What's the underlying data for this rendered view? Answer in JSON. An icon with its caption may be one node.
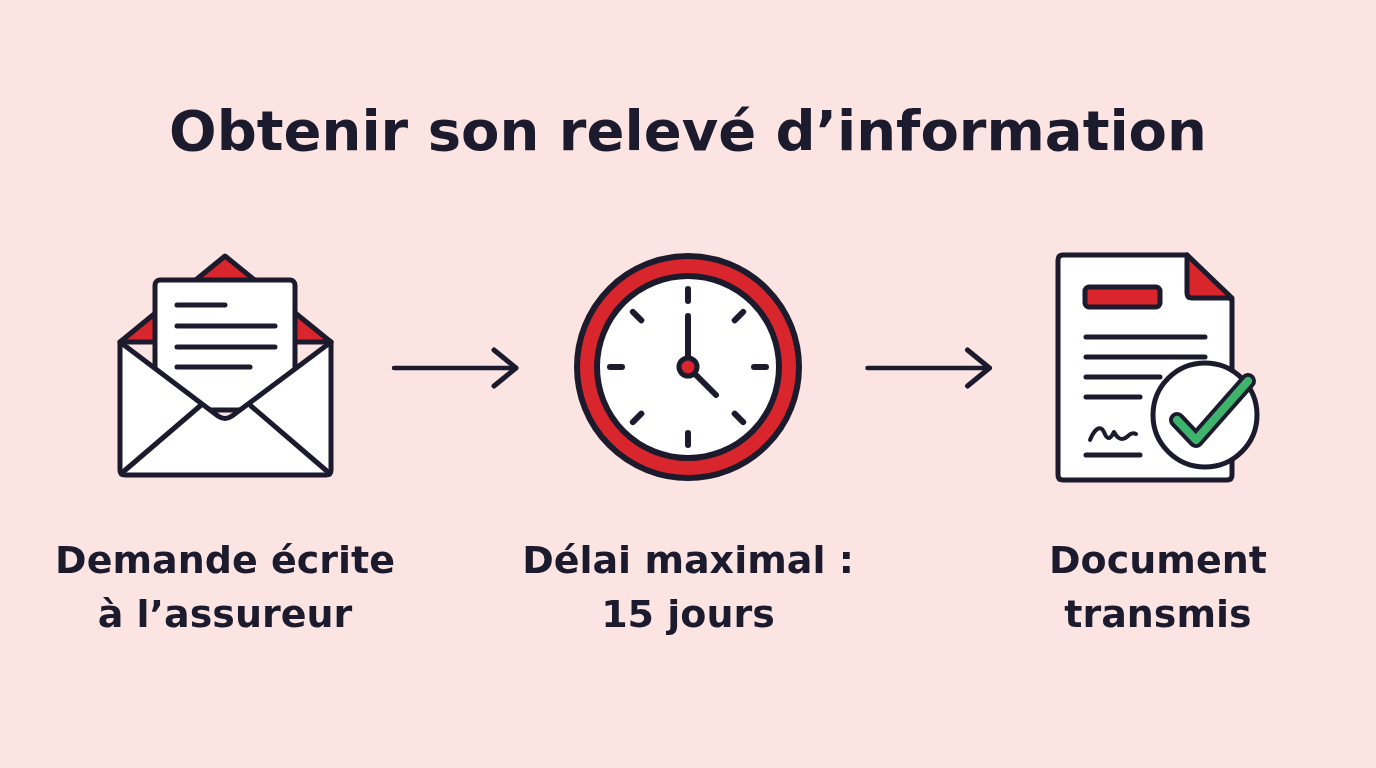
{
  "diagram": {
    "title": "Obtenir son relevé d’information",
    "nodes": [
      {
        "text": [],
        "shape": "picture",
        "beside": [
          "Demande écrite à l’assureur"
        ]
      },
      {
        "text": [],
        "shape": "picture",
        "beside": [
          "Délai maximal : 15 jours"
        ]
      },
      {
        "text": [],
        "shape": "picture",
        "beside": [
          "Document transmis"
        ]
      }
    ],
    "edges": [
      {
        "from": 0,
        "to": 1,
        "arrow": "to"
      },
      {
        "from": 1,
        "to": 2,
        "arrow": "to"
      }
    ]
  }
}
